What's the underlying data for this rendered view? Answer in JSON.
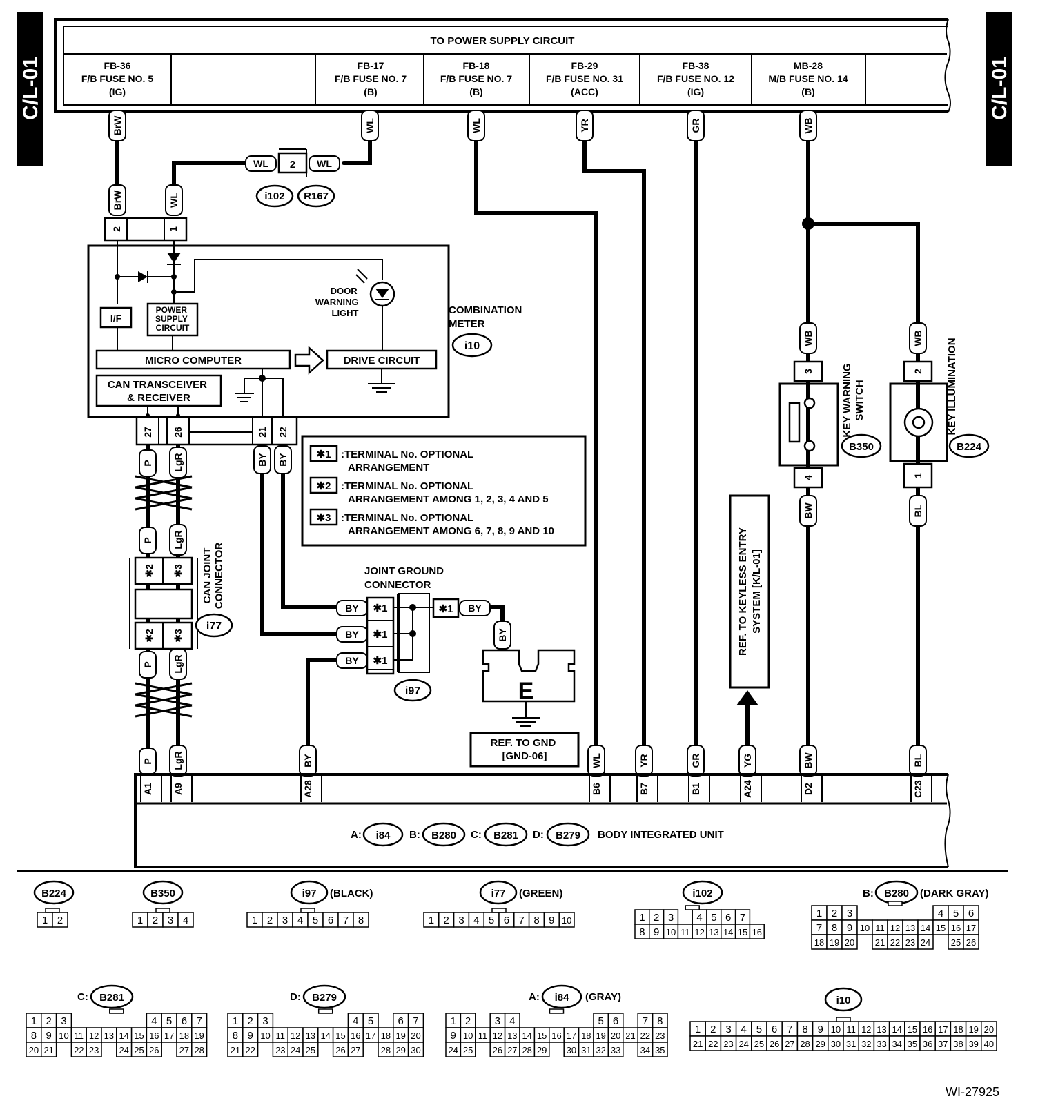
{
  "page_code": "C/L-01",
  "footer_code": "WI-27925",
  "power": {
    "title": "TO POWER SUPPLY CIRCUIT",
    "fuses": [
      {
        "code": "FB-36",
        "name": "F/B FUSE NO. 5",
        "state": "(IG)"
      },
      {
        "code": "FB-17",
        "name": "F/B FUSE NO. 7",
        "state": "(B)"
      },
      {
        "code": "FB-18",
        "name": "F/B FUSE NO. 7",
        "state": "(B)"
      },
      {
        "code": "FB-29",
        "name": "F/B FUSE NO. 31",
        "state": "(ACC)"
      },
      {
        "code": "FB-38",
        "name": "F/B FUSE NO. 12",
        "state": "(IG)"
      },
      {
        "code": "MB-28",
        "name": "M/B FUSE NO. 14",
        "state": "(B)"
      }
    ]
  },
  "wires": {
    "BrW": "BrW",
    "WL": "WL",
    "YR": "YR",
    "GR": "GR",
    "WB": "WB",
    "P": "P",
    "LgR": "LgR",
    "BY": "BY",
    "BW": "BW",
    "BL": "BL",
    "YG": "YG"
  },
  "pins": {
    "p1": "1",
    "p2": "2",
    "p3": "3",
    "p4": "4",
    "p21": "21",
    "p22": "22",
    "p26": "26",
    "p27": "27",
    "A1": "A1",
    "A9": "A9",
    "A28": "A28",
    "B6": "B6",
    "B7": "B7",
    "B1": "B1",
    "A24": "A24",
    "D2": "D2",
    "C23": "C23",
    "s1": "✱1",
    "s2": "✱2",
    "s3": "✱3"
  },
  "connectors": {
    "i102": "i102",
    "R167": "R167",
    "i10": "i10",
    "i77": "i77",
    "i97": "i97",
    "B350": "B350",
    "B224": "B224",
    "i84": "i84",
    "B280": "B280",
    "B281": "B281",
    "B279": "B279",
    "A": "A:",
    "B": "B:",
    "C": "C:",
    "D": "D:"
  },
  "meter": {
    "name": [
      "COMBINATION",
      "METER"
    ],
    "door_light": [
      "DOOR",
      "WARNING",
      "LIGHT"
    ],
    "power_supply": [
      "POWER",
      "SUPPLY",
      "CIRCUIT"
    ],
    "if": "I/F",
    "micro": "MICRO COMPUTER",
    "drive": "DRIVE CIRCUIT",
    "can": [
      "CAN TRANSCEIVER",
      "& RECEIVER"
    ]
  },
  "notes": [
    {
      "mark": "✱1",
      "text": [
        ":TERMINAL No. OPTIONAL",
        "ARRANGEMENT"
      ]
    },
    {
      "mark": "✱2",
      "text": [
        ":TERMINAL No. OPTIONAL",
        "ARRANGEMENT AMONG 1, 2, 3, 4 AND 5"
      ]
    },
    {
      "mark": "✱3",
      "text": [
        ":TERMINAL No. OPTIONAL",
        "ARRANGEMENT AMONG 6, 7, 8, 9 AND 10"
      ]
    }
  ],
  "labels": {
    "can_joint": [
      "CAN JOINT",
      "CONNECTOR"
    ],
    "joint_ground": [
      "JOINT GROUND",
      "CONNECTOR"
    ],
    "ground_letter": "E",
    "ref_gnd": [
      "REF. TO GND",
      "[GND-06]"
    ],
    "ref_keyless": [
      "REF. TO KEYLESS ENTRY",
      "SYSTEM [K/L-01]"
    ],
    "key_warning": [
      "KEY WARNING",
      "SWITCH"
    ],
    "key_illum": "KEY ILLUMINATION",
    "biu": "BODY INTEGRATED UNIT",
    "black": "(BLACK)",
    "green": "(GREEN)",
    "dark_gray": "(DARK GRAY)",
    "gray": "(GRAY)"
  },
  "pinouts": {
    "B224": [
      [
        "1",
        "2"
      ]
    ],
    "B350": [
      [
        "1",
        "2",
        "3",
        "4"
      ]
    ],
    "i97": [
      [
        "1",
        "2",
        "3",
        "4",
        "5",
        "6",
        "7",
        "8"
      ]
    ],
    "i77": [
      [
        "1",
        "2",
        "3",
        "4",
        "5",
        "6",
        "7",
        "8",
        "9",
        "10"
      ]
    ],
    "i102": [
      [
        "1",
        "2",
        "3",
        "",
        "4",
        "5",
        "6",
        "7"
      ],
      [
        "8",
        "9",
        "10",
        "11",
        "12",
        "13",
        "14",
        "15",
        "16"
      ]
    ],
    "B280": [
      [
        "1",
        "2",
        "3",
        "",
        "",
        "",
        "",
        "",
        "4",
        "5",
        "6"
      ],
      [
        "7",
        "8",
        "9",
        "10",
        "11",
        "12",
        "13",
        "14",
        "15",
        "16",
        "17"
      ],
      [
        "18",
        "19",
        "20",
        "",
        "21",
        "22",
        "23",
        "24",
        "",
        "25",
        "26"
      ]
    ],
    "B281": [
      [
        "1",
        "2",
        "3",
        "",
        "",
        "",
        "",
        "",
        "4",
        "5",
        "6",
        "7"
      ],
      [
        "8",
        "9",
        "10",
        "11",
        "12",
        "13",
        "14",
        "15",
        "16",
        "17",
        "18",
        "19"
      ],
      [
        "20",
        "21",
        "",
        "22",
        "23",
        "",
        "24",
        "25",
        "26",
        "",
        "27",
        "28"
      ]
    ],
    "B279": [
      [
        "1",
        "2",
        "3",
        "",
        "",
        "",
        "",
        "",
        "4",
        "5",
        "",
        "6",
        "7"
      ],
      [
        "8",
        "9",
        "10",
        "11",
        "12",
        "13",
        "14",
        "15",
        "16",
        "17",
        "18",
        "19",
        "20"
      ],
      [
        "21",
        "22",
        "",
        "23",
        "24",
        "25",
        "",
        "26",
        "27",
        "",
        "28",
        "29",
        "30"
      ]
    ],
    "i84": [
      [
        "1",
        "2",
        "",
        "3",
        "4",
        "",
        "",
        "",
        "",
        "",
        "5",
        "6",
        "",
        "7",
        "8"
      ],
      [
        "9",
        "10",
        "11",
        "12",
        "13",
        "14",
        "15",
        "16",
        "17",
        "18",
        "19",
        "20",
        "21",
        "22",
        "23"
      ],
      [
        "24",
        "25",
        "",
        "26",
        "27",
        "28",
        "29",
        "",
        "30",
        "31",
        "32",
        "33",
        "",
        "34",
        "35"
      ]
    ],
    "i10": [
      [
        "1",
        "2",
        "3",
        "4",
        "5",
        "6",
        "7",
        "8",
        "9",
        "10",
        "11",
        "12",
        "13",
        "14",
        "15",
        "16",
        "17",
        "18",
        "19",
        "20"
      ],
      [
        "21",
        "22",
        "23",
        "24",
        "25",
        "26",
        "27",
        "28",
        "29",
        "30",
        "31",
        "32",
        "33",
        "34",
        "35",
        "36",
        "37",
        "38",
        "39",
        "40"
      ]
    ]
  }
}
